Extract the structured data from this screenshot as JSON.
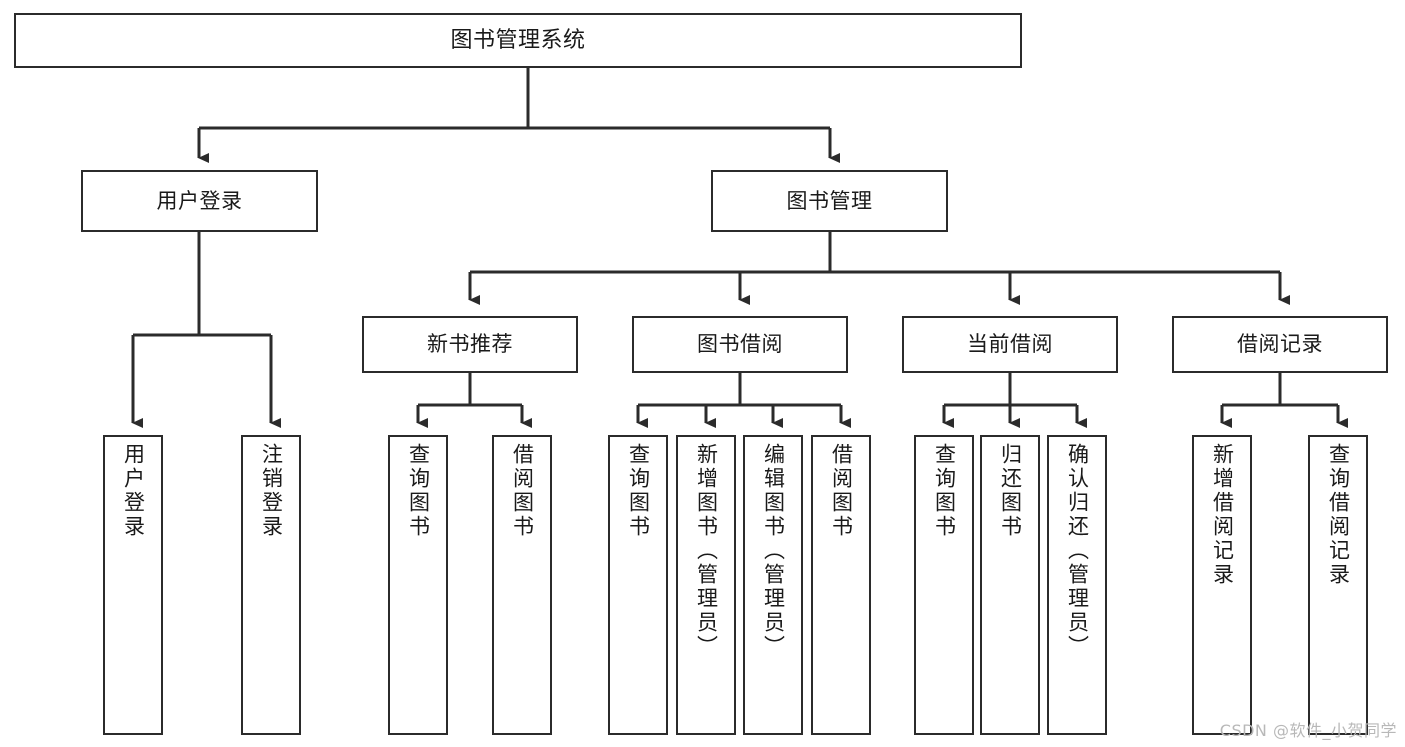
{
  "diagram": {
    "title": "图书管理系统",
    "type": "tree-hierarchy",
    "root": {
      "label": "图书管理系统"
    },
    "level2": [
      {
        "label": "用户登录"
      },
      {
        "label": "图书管理"
      }
    ],
    "level3": [
      {
        "label": "新书推荐"
      },
      {
        "label": "图书借阅"
      },
      {
        "label": "当前借阅"
      },
      {
        "label": "借阅记录"
      }
    ],
    "leaves": {
      "user_login": [
        {
          "label": "用户登录"
        },
        {
          "label": "注销登录"
        }
      ],
      "new_book_recommend": [
        {
          "label": "查询图书"
        },
        {
          "label": "借阅图书"
        }
      ],
      "book_borrow": [
        {
          "label": "查询图书"
        },
        {
          "label": "新增图书（管理员）"
        },
        {
          "label": "编辑图书（管理员）"
        },
        {
          "label": "借阅图书"
        }
      ],
      "current_borrow": [
        {
          "label": "查询图书"
        },
        {
          "label": "归还图书"
        },
        {
          "label": "确认归还（管理员）"
        }
      ],
      "borrow_record": [
        {
          "label": "新增借阅记录"
        },
        {
          "label": "查询借阅记录"
        }
      ]
    }
  },
  "watermark": {
    "text": "CSDN @软件_小贺同学"
  },
  "colors": {
    "stroke": "#2b2b2b",
    "fill": "#ffffff",
    "text": "#1a1a1a",
    "watermark": "#b8b8b8"
  }
}
